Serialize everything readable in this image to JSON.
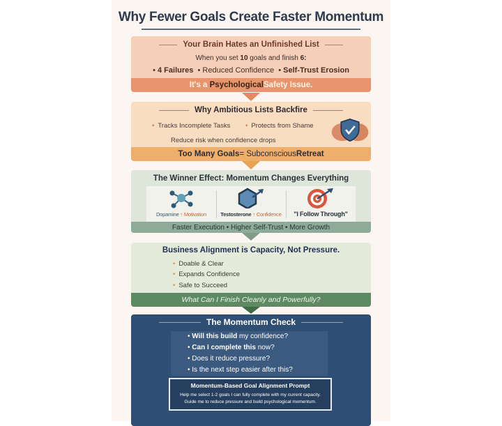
{
  "title": "Why Fewer Goals Create Faster Momentum",
  "section1": {
    "heading": "Your Brain Hates an Unfinished List",
    "line_pre": "When you set ",
    "n_set": "10",
    "line_mid": " goals and finish ",
    "n_finish": "6:",
    "bullets": [
      "4 Failures",
      "Reduced Confidence",
      "Self-Trust Erosion"
    ],
    "band_pre": "It's a ",
    "band_bold": "Psychological",
    "band_post": " Safety Issue.",
    "color": "#f5cfb7",
    "band_color": "#e8946c"
  },
  "section2": {
    "heading": "Why Ambitious Lists Backfire",
    "bullets": [
      "Tracks Incomplete Tasks",
      "Protects from Shame"
    ],
    "note": "Reduce risk when confidence drops",
    "band_bold1": "Too Many Goals",
    "band_mid": " = Subconscious ",
    "band_bold2": "Retreat",
    "icon": "brain-shield-icon",
    "color": "#f8ddc0",
    "band_color": "#eeae6c"
  },
  "section3": {
    "heading": "The Winner Effect: Momentum Changes Everything",
    "items": [
      {
        "icon": "molecule-icon",
        "bold": "Dopamine",
        "label": " ↑ Motivation"
      },
      {
        "icon": "hexagon-arrow-icon",
        "bold": "Testosterone",
        "label": " ↑ Confidence"
      },
      {
        "icon": "target-arrow-icon",
        "bold": "\"I Follow Through\"",
        "label": ""
      }
    ],
    "band": "Faster Execution • Higher Self-Trust • More Growth",
    "color": "#dde6d8",
    "band_color": "#8eab97"
  },
  "section4": {
    "heading": "Business Alignment is Capacity, Not Pressure.",
    "bullets": [
      "Doable & Clear",
      "Expands Confidence",
      "Safe to Succeed"
    ],
    "band": "What Can I Finish Cleanly and Powerfully?",
    "color": "#e4ebdb",
    "band_color": "#5d8a62"
  },
  "section5": {
    "heading": "The Momentum Check",
    "questions": [
      {
        "bold": "Will this build",
        "rest": " my confidence?"
      },
      {
        "bold": "Can I complete this",
        "rest": " now?"
      },
      {
        "bold": "",
        "rest": "Does it reduce pressure?"
      },
      {
        "bold": "",
        "rest": "Is the next step easier after this?"
      }
    ],
    "prompt_title": "Momentum-Based Goal Alignment Prompt",
    "prompt_lines": [
      "Help me select 1-2 goals I can fully complete with my current capacity.",
      "Guide me to reduce pressure and build psychological momentum."
    ],
    "color": "#2f4e73"
  }
}
